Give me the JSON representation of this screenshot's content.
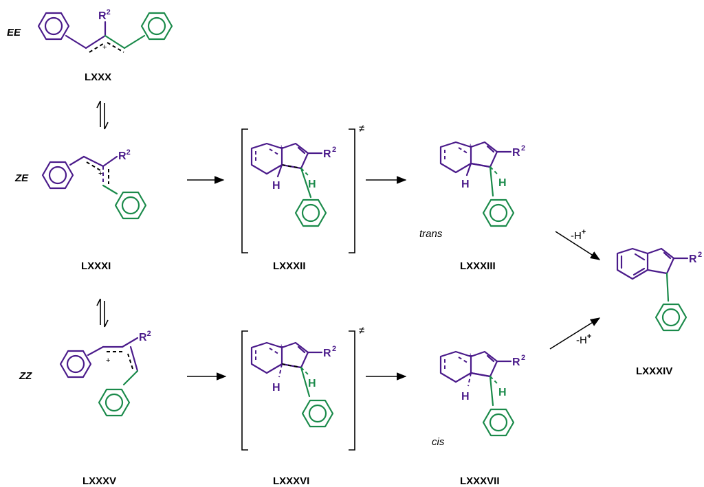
{
  "isomer_labels": {
    "ee": "EE",
    "ze": "ZE",
    "zz": "ZZ"
  },
  "compounds": {
    "c80": "LXXX",
    "c81": "LXXXI",
    "c82": "LXXXII",
    "c83": "LXXXIII",
    "c84": "LXXXIV",
    "c85": "LXXXV",
    "c86": "LXXXVI",
    "c87": "LXXXVII"
  },
  "stereo": {
    "trans": "trans",
    "cis": "cis"
  },
  "reagent": {
    "minus_h": "-H",
    "plus": "+"
  },
  "transition_state_mark": "≠",
  "atoms": {
    "r": "R",
    "r_sup": "2",
    "h": "H",
    "cation": "+"
  },
  "colors": {
    "purple": "#4a1a8a",
    "green": "#1a8a4a",
    "black": "#000000"
  }
}
